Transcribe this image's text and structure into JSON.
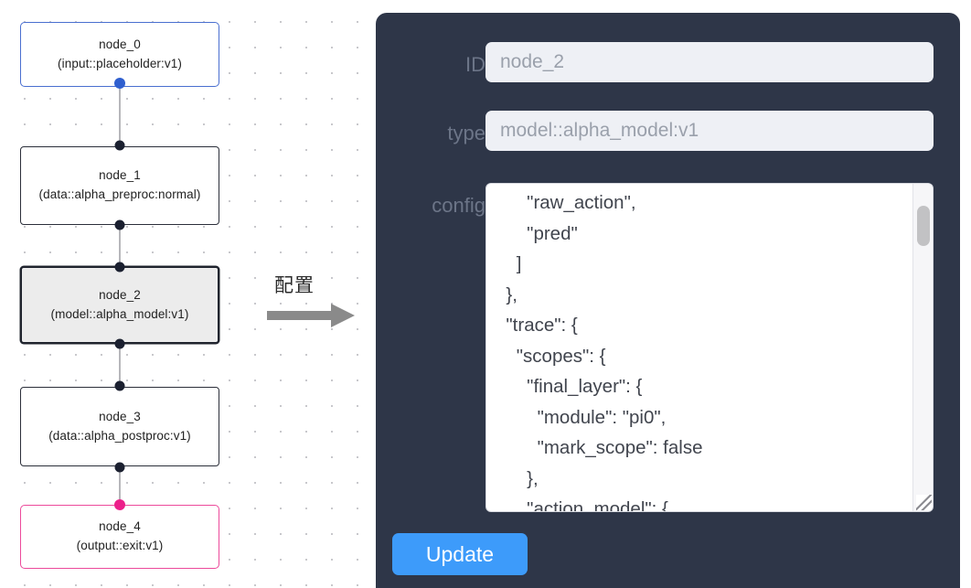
{
  "graph": {
    "nodes": [
      {
        "id": "node_0",
        "label": "node_0\n(input::placeholder:v1)",
        "kind": "input",
        "accent": "#4a6fd0"
      },
      {
        "id": "node_1",
        "label": "node_1\n(data::alpha_preproc:normal)",
        "kind": "default",
        "accent": "#2b2f3a"
      },
      {
        "id": "node_2",
        "label": "node_2\n(model::alpha_model:v1)",
        "kind": "selected",
        "accent": "#20242e"
      },
      {
        "id": "node_3",
        "label": "node_3\n(data::alpha_postproc:v1)",
        "kind": "default",
        "accent": "#2b2f3a"
      },
      {
        "id": "node_4",
        "label": "node_4\n(output::exit:v1)",
        "kind": "output",
        "accent": "#ec4a9b"
      }
    ]
  },
  "arrow": {
    "caption": "配置",
    "icon": "arrow-right-icon",
    "color": "#8a8a8a"
  },
  "panel": {
    "background": "#2e3648",
    "fields": [
      {
        "key": "id",
        "label": "ID",
        "value": "node_2",
        "placeholder": "node_2"
      },
      {
        "key": "type",
        "label": "type",
        "value": "model::alpha_model:v1",
        "placeholder": "model::alpha_model:v1"
      },
      {
        "key": "config",
        "label": "config"
      }
    ],
    "config_text": "      \"raw_action\",\n      \"pred\"\n    ]\n  },\n  \"trace\": {\n    \"scopes\": {\n      \"final_layer\": {\n        \"module\": \"pi0\",\n        \"mark_scope\": false\n      },\n      \"action_model\": {",
    "scrollbar": {
      "thumb_color": "#c2c2c4",
      "track_color": "#f6f6f8"
    },
    "update_label": "Update",
    "update_color": "#3d9bfa"
  }
}
